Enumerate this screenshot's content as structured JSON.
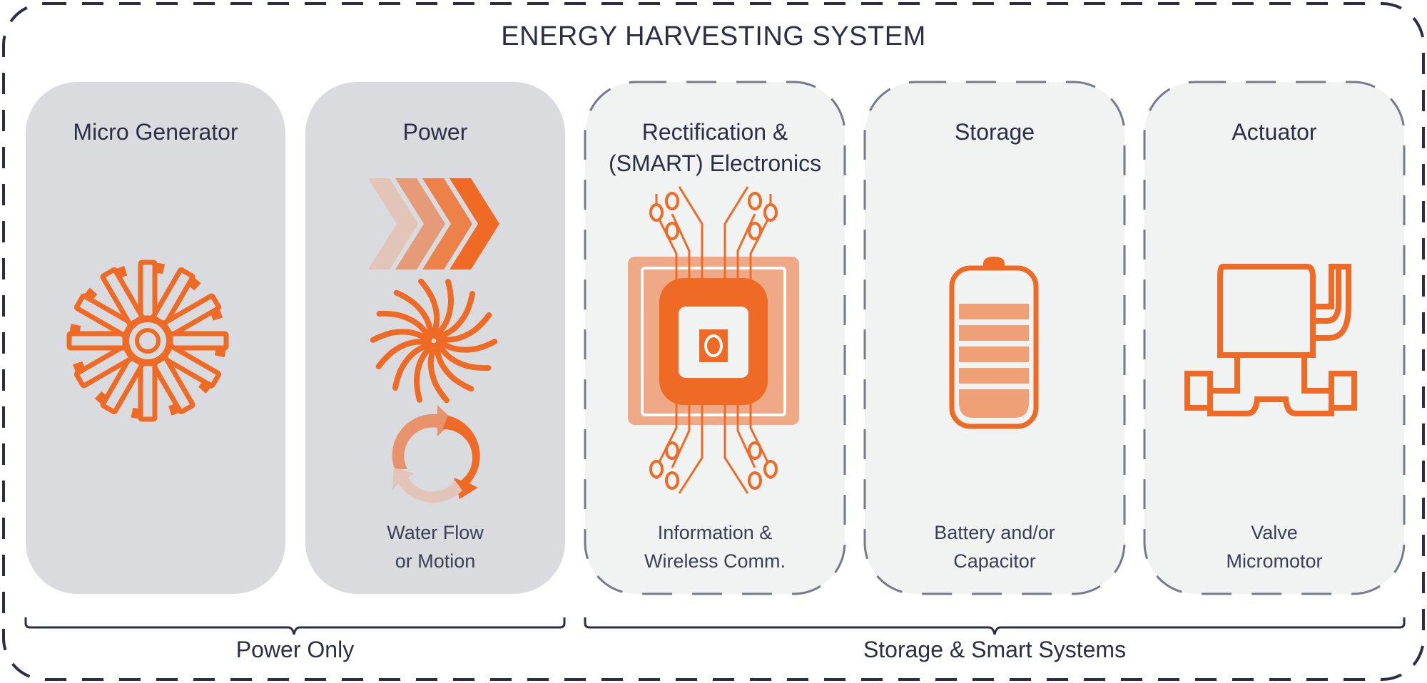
{
  "title": "ENERGY HARVESTING SYSTEM",
  "panels": [
    {
      "title": [
        "Micro Generator"
      ],
      "caption": [],
      "icon": "generator-wheel-icon",
      "border": "solid"
    },
    {
      "title": [
        "Power"
      ],
      "caption": [
        "Water Flow",
        "or Motion"
      ],
      "icon": "power-flow-icons",
      "border": "solid"
    },
    {
      "title": [
        "Rectification &",
        "(SMART) Electronics"
      ],
      "caption": [
        "Information &",
        "Wireless Comm."
      ],
      "icon": "circuit-chip-icon",
      "border": "dashed"
    },
    {
      "title": [
        "Storage"
      ],
      "caption": [
        "Battery and/or",
        "Capacitor"
      ],
      "icon": "battery-icon",
      "border": "dashed"
    },
    {
      "title": [
        "Actuator"
      ],
      "caption": [
        "Valve",
        "Micromotor"
      ],
      "icon": "valve-icon",
      "border": "dashed"
    }
  ],
  "groups": [
    {
      "label": "Power Only"
    },
    {
      "label": "Storage & Smart Systems"
    }
  ],
  "colors": {
    "orange": "#ef6a25",
    "orange_light": "#f0a987",
    "orange_mid": "#e8936c",
    "orange_pale": "#e2c5b8",
    "panel_solid": "#dadbdf",
    "panel_light": "#f1f2f2",
    "dash": "#757a8a",
    "text": "#2a2f45"
  }
}
